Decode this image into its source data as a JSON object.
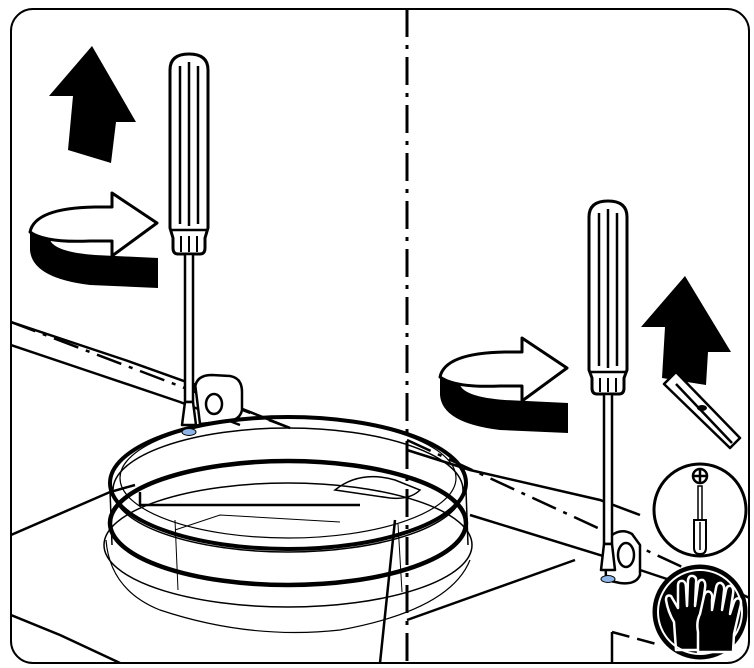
{
  "diagram": {
    "panels": [
      {
        "id": "left",
        "tool": "flat-screwdriver",
        "motion": [
          "counterclockwise-rotation",
          "lift-up"
        ]
      },
      {
        "id": "right",
        "tool": "flat-screwdriver",
        "motion": [
          "counterclockwise-rotation",
          "lift-up"
        ]
      }
    ],
    "required_tools": [
      "phillips-screwdriver-icon",
      "protective-gloves-icon"
    ],
    "colors": {
      "line": "#000000",
      "background": "#ffffff",
      "screw_highlight": "#8fb4e6"
    }
  }
}
